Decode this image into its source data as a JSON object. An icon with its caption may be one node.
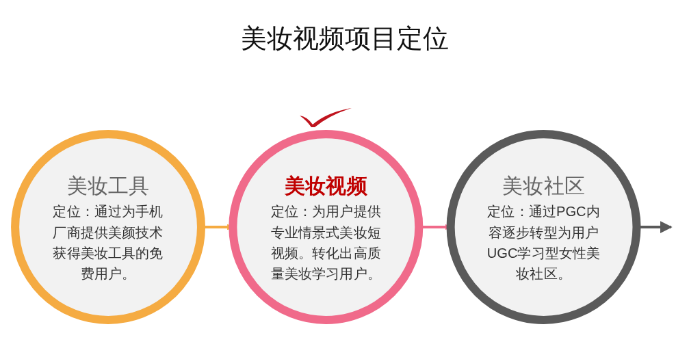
{
  "diagram": {
    "title": "美妆视频项目定位",
    "nodes": [
      {
        "text": [
          "美妆工具",
          "定位：通过为手机厂商提供美颜技术获得美妆工具的免费用户。"
        ]
      },
      {
        "text": [
          "美妆视频",
          "定位：为用户提供专业情景式美妆短视频。转化出高质量美妆学习用户。"
        ]
      },
      {
        "text": [
          "美妆社区",
          "定位：通过PGC内容逐步转型为用户UGC学习型女性美妆社区。"
        ]
      }
    ],
    "edges": [
      {
        "from": 0,
        "to": 1,
        "arrow": "to",
        "color": "#f5ab42"
      },
      {
        "from": 1,
        "to": 2,
        "arrow": "to",
        "color": "#f06a8a"
      },
      {
        "from": 2,
        "to": null,
        "arrow": "to",
        "color": "#5a5a5a"
      }
    ]
  }
}
